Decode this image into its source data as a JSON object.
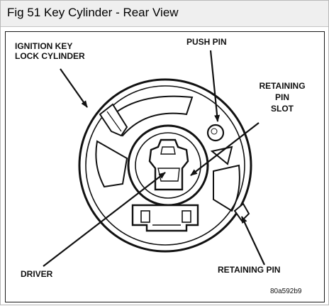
{
  "caption": {
    "title": "Fig 51 Key Cylinder - Rear View"
  },
  "diagram": {
    "labels": {
      "ignition_key_line1": "IGNITION KEY",
      "ignition_key_line2": "LOCK CYLINDER",
      "push_pin": "PUSH PIN",
      "retaining_pin_slot_line1": "RETAINING",
      "retaining_pin_slot_line2": "PIN",
      "retaining_pin_slot_line3": "SLOT",
      "driver": "DRIVER",
      "retaining_pin": "RETAINING PIN"
    },
    "figure_code": "80a592b9"
  }
}
